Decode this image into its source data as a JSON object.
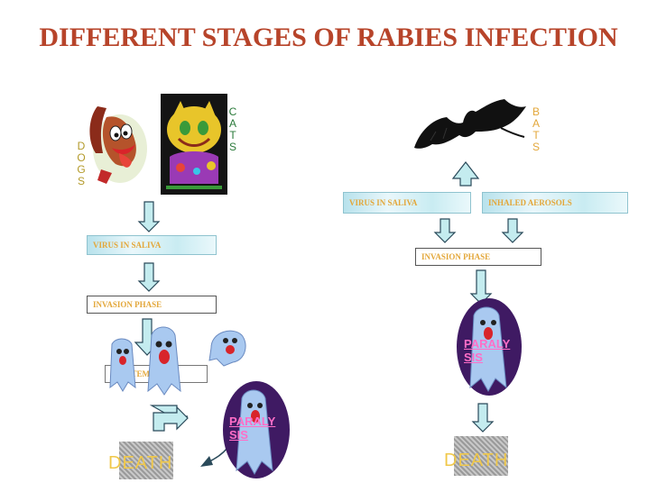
{
  "title": "DIFFERENT STAGES OF RABIES INFECTION",
  "labels": {
    "dogs": [
      "D",
      "O",
      "G",
      "S"
    ],
    "cats": [
      "C",
      "A",
      "T",
      "S"
    ],
    "bats": [
      "B",
      "A",
      "T",
      "S"
    ]
  },
  "left": {
    "saliva": "VIRUS IN SALIVA",
    "invasion": "INVASION PHASE",
    "excitement": "EXCITEMENT",
    "paralysis": [
      "PARALY",
      "SIS"
    ],
    "death": "DEATH"
  },
  "right": {
    "saliva": "VIRUS IN SALIVA",
    "aerosols": "INHALED AEROSOLS",
    "invasion": "INVASION PHASE",
    "paralysis": [
      "PARALY",
      "SIS"
    ],
    "death": "DEATH"
  },
  "colors": {
    "title": "#b7442a",
    "box_text": "#e3a73a",
    "arrow_fill": "#c4ecef",
    "paralysis_text": "#ff6ec7",
    "death_text": "#f0c84a",
    "oval": "#3f1a63"
  }
}
